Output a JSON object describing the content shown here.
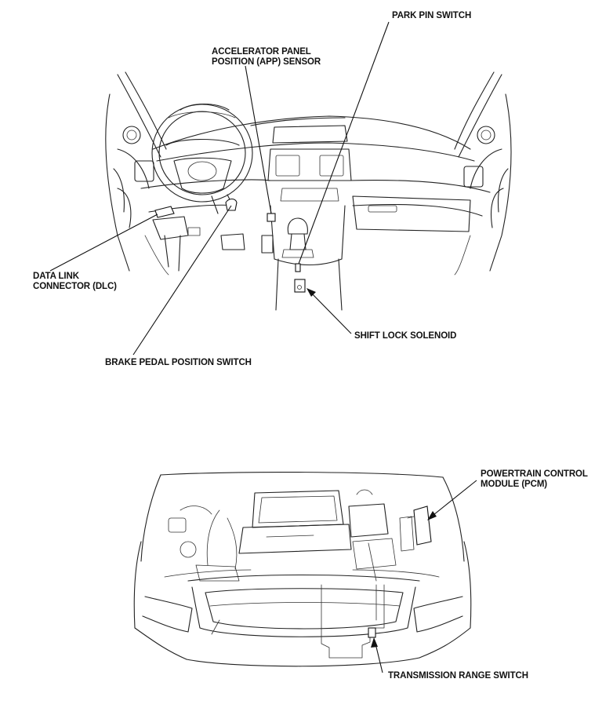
{
  "labels": {
    "park_pin_switch": "PARK PIN SWITCH",
    "app_sensor_line1": "ACCELERATOR PANEL",
    "app_sensor_line2": "POSITION (APP) SENSOR",
    "dlc_line1": "DATA LINK",
    "dlc_line2": "CONNECTOR (DLC)",
    "shift_lock_solenoid": "SHIFT LOCK SOLENOID",
    "brake_pedal_switch": "BRAKE PEDAL POSITION SWITCH",
    "pcm_line1": "POWERTRAIN CONTROL",
    "pcm_line2": "MODULE (PCM)",
    "transmission_range_switch": "TRANSMISSION RANGE SWITCH"
  }
}
